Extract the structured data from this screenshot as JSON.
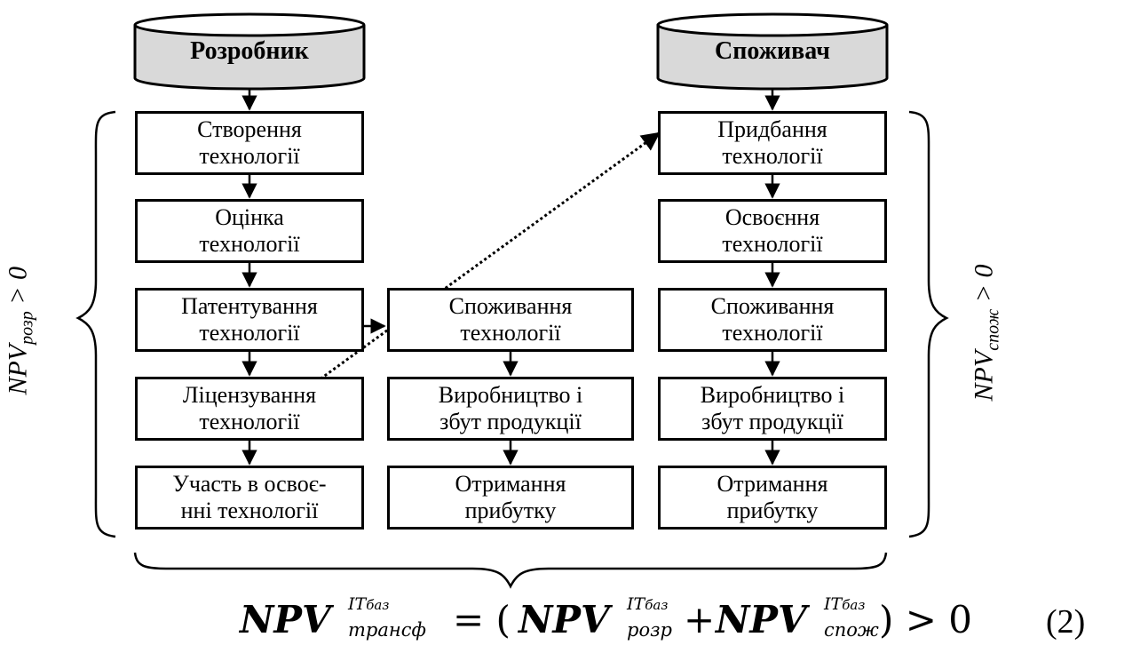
{
  "developer": {
    "title": "Розробник",
    "steps": [
      [
        "Створення",
        "технології"
      ],
      [
        "Оцінка",
        "технології"
      ],
      [
        "Патентування",
        "технології"
      ],
      [
        "Ліцензування",
        "технології"
      ],
      [
        "Участь в освоє-",
        "нні технології"
      ]
    ]
  },
  "middle": {
    "steps": [
      [
        "Споживання",
        "технології"
      ],
      [
        "Виробництво і",
        "збут продукції"
      ],
      [
        "Отримання",
        "прибутку"
      ]
    ]
  },
  "consumer": {
    "title": "Споживач",
    "steps": [
      [
        "Придбання",
        "технології"
      ],
      [
        "Освоєння",
        "технології"
      ],
      [
        "Споживання",
        "технології"
      ],
      [
        "Виробництво і",
        "збут продукції"
      ],
      [
        "Отримання",
        "прибутку"
      ]
    ]
  },
  "left_label": {
    "main": "NPV",
    "sub": "розр",
    "rest": " > 0"
  },
  "right_label": {
    "main": "NPV",
    "sub": "спож",
    "rest": " > 0"
  },
  "formula": {
    "npv": "NPV",
    "sup": "ІТ",
    "sup_sub": "баз",
    "lhs_sub": "трансф",
    "eq": "= (",
    "term1_sub": "розр",
    "plus": "+",
    "term2_sub": "спож",
    "close": ") > 0",
    "number": "(2)"
  }
}
